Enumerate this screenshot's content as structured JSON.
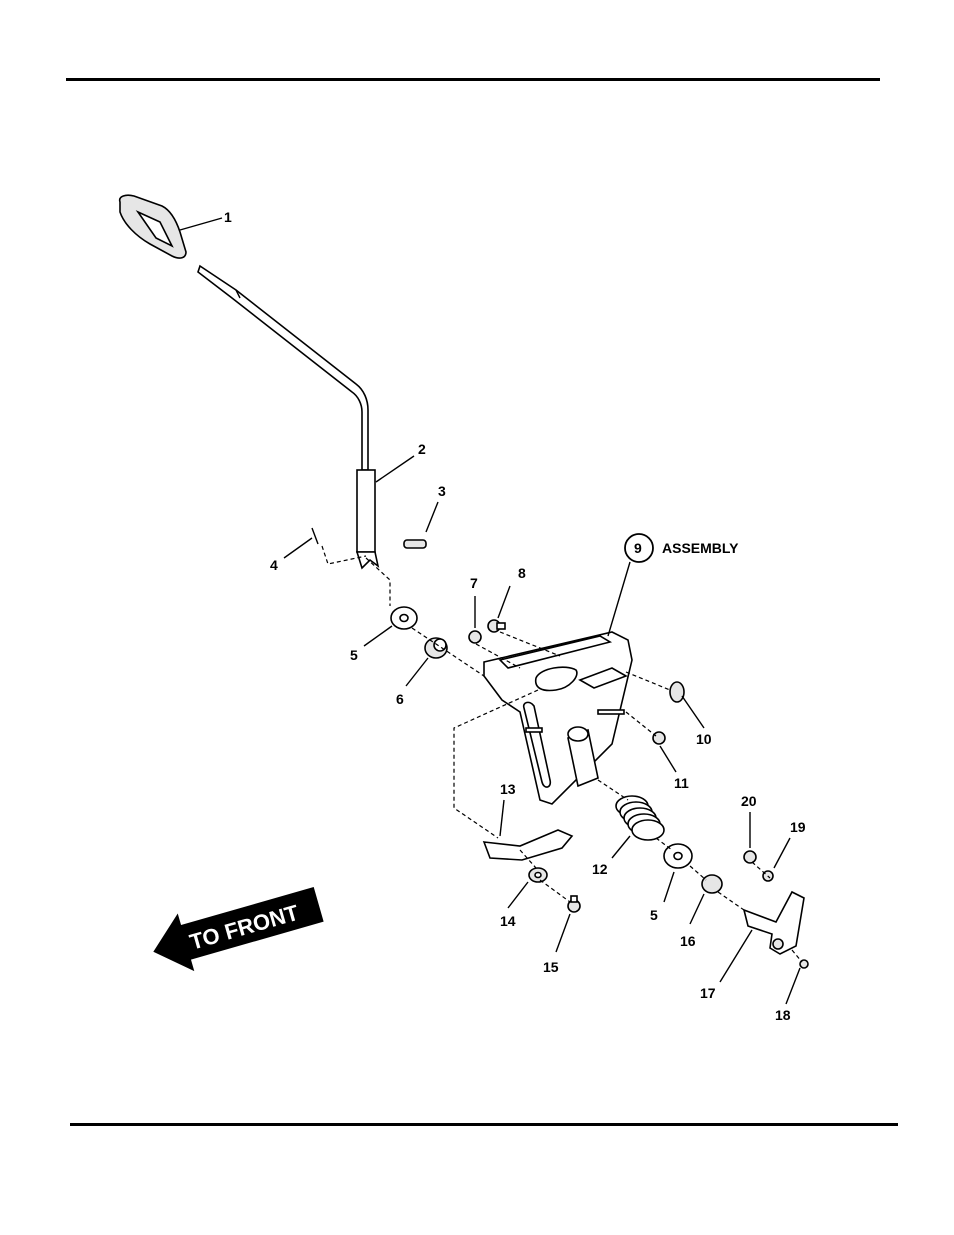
{
  "callouts": {
    "c1": "1",
    "c2": "2",
    "c3": "3",
    "c4": "4",
    "c5a": "5",
    "c6": "6",
    "c7": "7",
    "c8": "8",
    "c9": "9",
    "c10": "10",
    "c11": "11",
    "c12": "12",
    "c13": "13",
    "c14": "14",
    "c15": "15",
    "c5b": "5",
    "c16": "16",
    "c17": "17",
    "c18": "18",
    "c19": "19",
    "c20": "20"
  },
  "assembly_label": "ASSEMBLY",
  "direction_arrow": {
    "label": "TO FRONT"
  }
}
